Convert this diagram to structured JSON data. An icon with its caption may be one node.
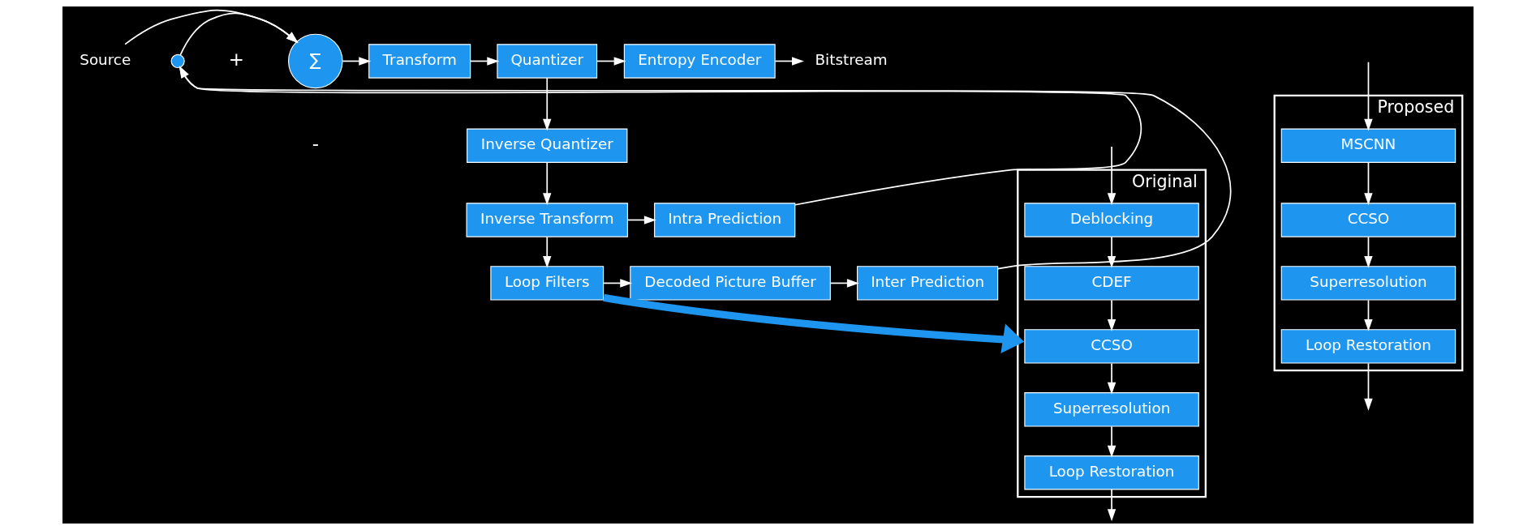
{
  "diagram": {
    "nodes": [
      {
        "text": [
          "Source"
        ]
      },
      {
        "text": [
          "∑"
        ]
      },
      {
        "text": [
          "Transform"
        ]
      },
      {
        "text": [
          "Quantizer"
        ]
      },
      {
        "text": [
          "Entropy Encoder"
        ]
      },
      {
        "text": [
          "Bitstream"
        ]
      },
      {
        "text": [
          "Inverse Quantizer"
        ]
      },
      {
        "text": [
          "Inverse Transform"
        ]
      },
      {
        "text": [
          "Intra Prediction"
        ]
      },
      {
        "text": [
          "Loop Filters"
        ]
      },
      {
        "text": [
          "Decoded Picture Buffer"
        ]
      },
      {
        "text": [
          "Inter Prediction"
        ]
      },
      {
        "text": [],
        "shape": "circle"
      },
      {
        "text": [
          "Original"
        ]
      },
      {
        "text": [
          "Deblocking"
        ],
        "in": 13
      },
      {
        "text": [
          "CDEF"
        ],
        "in": 13
      },
      {
        "text": [
          "CCSO"
        ],
        "in": 13
      },
      {
        "text": [
          "Superresolution"
        ],
        "in": 13
      },
      {
        "text": [
          "Loop Restoration"
        ],
        "in": 13
      },
      {
        "text": [
          "Proposed"
        ]
      },
      {
        "text": [
          "MSCNN"
        ],
        "in": 19
      },
      {
        "text": [
          "CCSO"
        ],
        "in": 19
      },
      {
        "text": [
          "Superresolution"
        ],
        "in": 19
      },
      {
        "text": [
          "Loop Restoration"
        ],
        "in": 19
      }
    ],
    "edges": [
      {
        "from": 0,
        "to": 1,
        "arrow": "to"
      },
      {
        "from": 1,
        "to": 2,
        "arrow": "to"
      },
      {
        "from": 2,
        "to": 3,
        "arrow": "to"
      },
      {
        "from": 3,
        "to": 4,
        "arrow": "to"
      },
      {
        "from": 4,
        "to": 5,
        "arrow": "to"
      },
      {
        "from": 3,
        "to": 6,
        "arrow": "to"
      },
      {
        "from": 6,
        "to": 7,
        "arrow": "to"
      },
      {
        "from": 7,
        "to": 8,
        "arrow": "to"
      },
      {
        "from": 7,
        "to": 9,
        "arrow": "to"
      },
      {
        "from": 9,
        "to": 10,
        "arrow": "to"
      },
      {
        "from": 10,
        "to": 11,
        "arrow": "to"
      },
      {
        "from": 11,
        "to": 12,
        "arrow": "to"
      },
      {
        "from": 8,
        "to": 12,
        "arrow": "to"
      },
      {
        "from": 12,
        "to": 1,
        "arrow": "to"
      },
      {
        "from": 9,
        "to": 13,
        "arrow": "to",
        "style": "thick",
        "color": "#1e96f0"
      },
      {
        "from": null,
        "to": 14,
        "arrow": "to"
      },
      {
        "from": 14,
        "to": 15,
        "arrow": "to"
      },
      {
        "from": 15,
        "to": 16,
        "arrow": "to"
      },
      {
        "from": 16,
        "to": 17,
        "arrow": "to"
      },
      {
        "from": 17,
        "to": 18,
        "arrow": "to"
      },
      {
        "from": 18,
        "to": null,
        "arrow": "to"
      },
      {
        "from": null,
        "to": 20,
        "arrow": "to"
      },
      {
        "from": 20,
        "to": 21,
        "arrow": "to"
      },
      {
        "from": 21,
        "to": 22,
        "arrow": "to"
      },
      {
        "from": 22,
        "to": 23,
        "arrow": "to"
      },
      {
        "from": 23,
        "to": null,
        "arrow": "to"
      }
    ],
    "labels": [
      "+",
      "-"
    ]
  }
}
